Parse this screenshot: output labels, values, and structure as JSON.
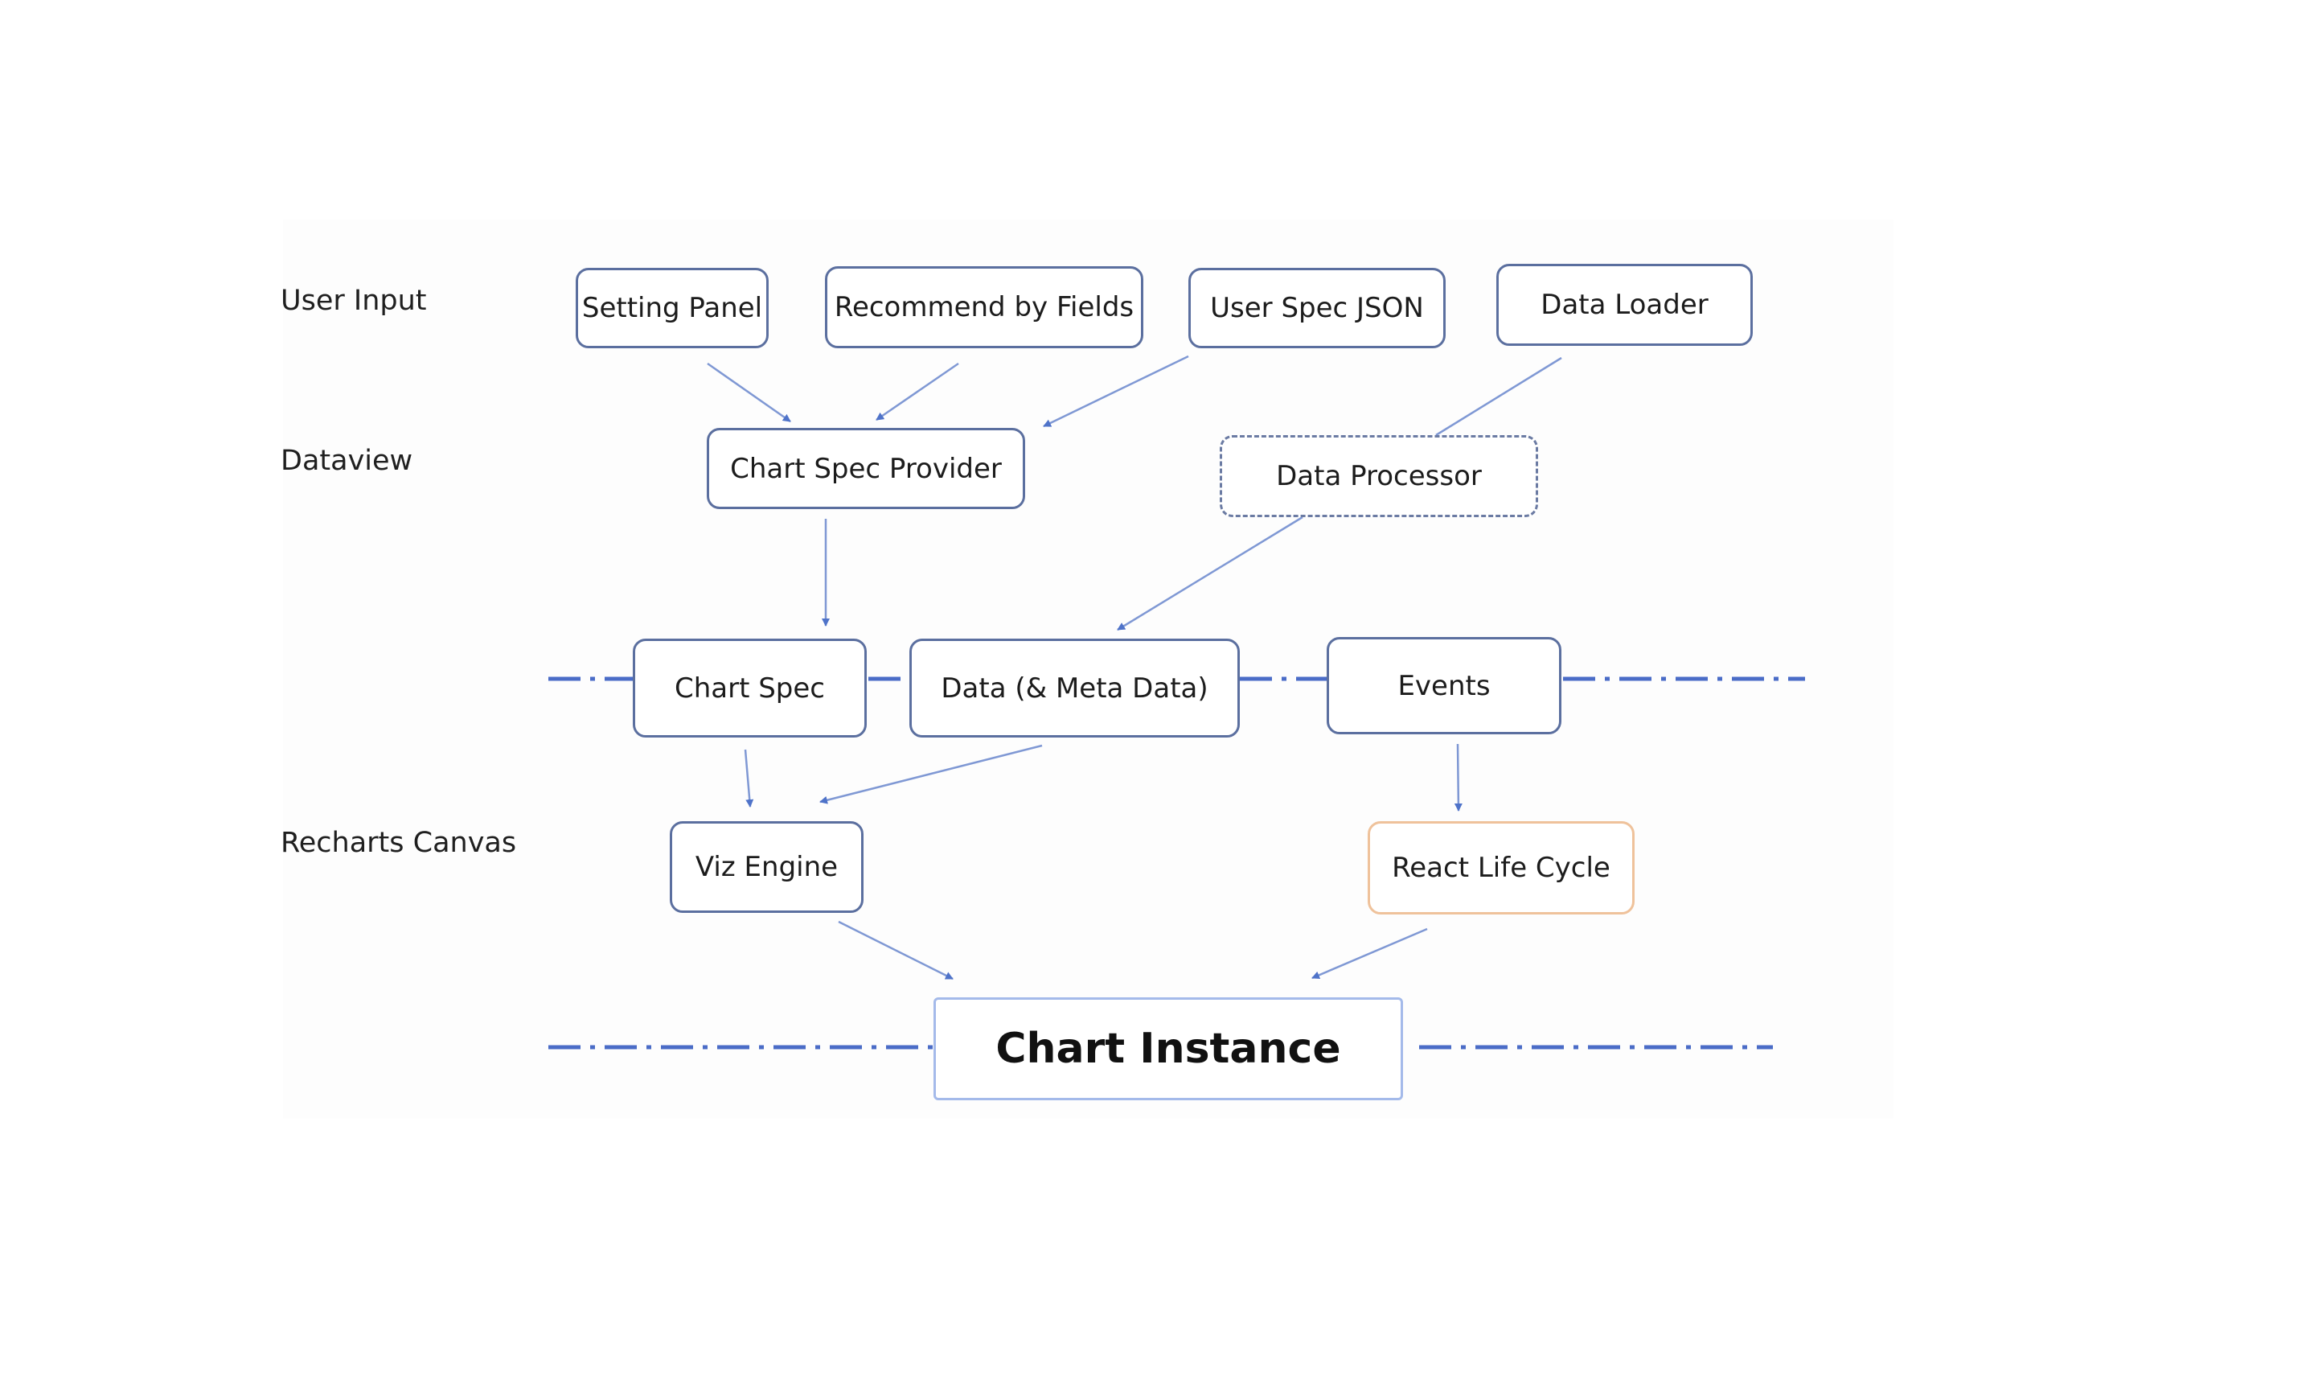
{
  "rows": {
    "user_input": "User Input",
    "dataview": "Dataview",
    "recharts_canvas": "Recharts Canvas"
  },
  "nodes": {
    "setting_panel": "Setting Panel",
    "recommend_by_fields": "Recommend by Fields",
    "user_spec_json": "User Spec JSON",
    "data_loader": "Data Loader",
    "chart_spec_provider": "Chart Spec Provider",
    "data_processor": "Data Processor",
    "chart_spec": "Chart Spec",
    "data_meta_data": "Data (& Meta Data)",
    "events": "Events",
    "viz_engine": "Viz Engine",
    "react_life_cycle": "React Life Cycle",
    "chart_instance": "Chart Instance"
  },
  "colors": {
    "node_border": "#5b6f9f",
    "dash_line": "#4a6cc7",
    "arrow": "#7f98d4",
    "react_border": "#efc29b",
    "instance_border": "#a4baea"
  }
}
